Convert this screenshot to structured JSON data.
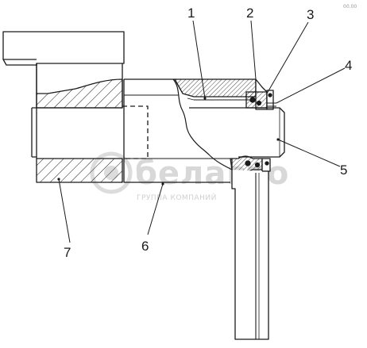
{
  "drawing": {
    "callouts": [
      {
        "id": "callout-1",
        "text": "1"
      },
      {
        "id": "callout-2",
        "text": "2"
      },
      {
        "id": "callout-3",
        "text": "3"
      },
      {
        "id": "callout-4",
        "text": "4"
      },
      {
        "id": "callout-5",
        "text": "5"
      },
      {
        "id": "callout-6",
        "text": "6"
      },
      {
        "id": "callout-7",
        "text": "7"
      }
    ],
    "corner_mark": "00.00"
  },
  "watermark": {
    "brand": "белавто",
    "tagline": "ГРУППА КОМПАНИЙ"
  },
  "colors": {
    "ink": "#1a1a1a",
    "watermark": "#d8d8d8",
    "background": "#ffffff"
  }
}
